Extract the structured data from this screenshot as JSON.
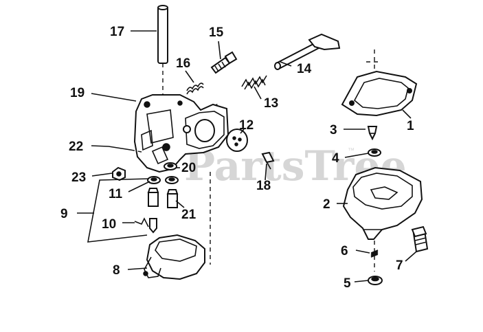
{
  "watermark": {
    "text": "PartsTree",
    "trademark": "™"
  },
  "callouts": {
    "c1": "1",
    "c2": "2",
    "c3": "3",
    "c4": "4",
    "c5": "5",
    "c6": "6",
    "c7": "7",
    "c8": "8",
    "c9": "9",
    "c10": "10",
    "c11": "11",
    "c12": "12",
    "c13": "13",
    "c14": "14",
    "c15": "15",
    "c16": "16",
    "c17": "17",
    "c18": "18",
    "c19": "19",
    "c20": "20",
    "c21": "21",
    "c22": "22",
    "c23": "23"
  }
}
